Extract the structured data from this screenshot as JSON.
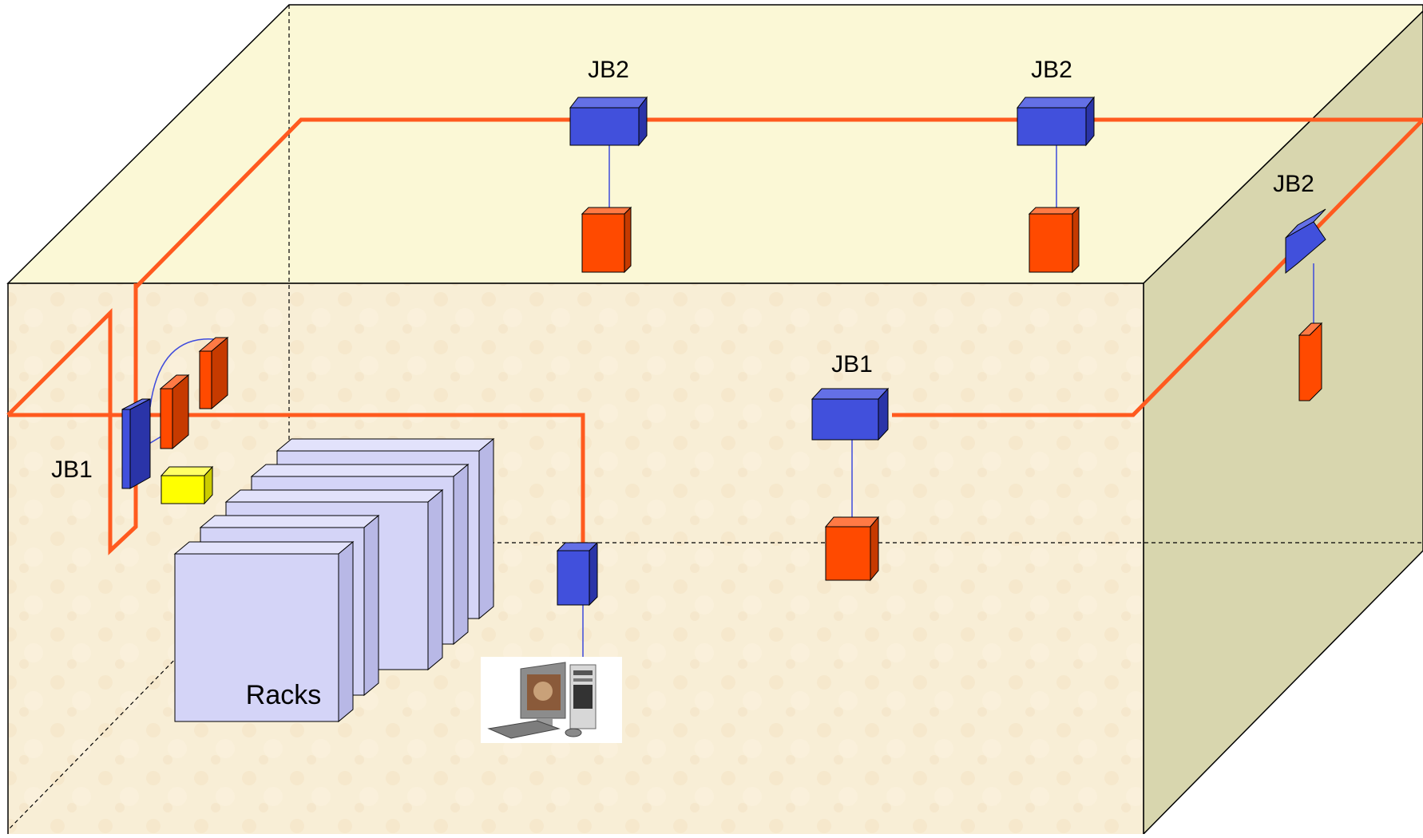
{
  "diagram": {
    "labels": {
      "jb2_ceiling_left": "JB2",
      "jb2_ceiling_right": "JB2",
      "jb2_side_wall": "JB2",
      "jb1_front_wall": "JB1",
      "jb1_left": "JB1",
      "racks": "Racks"
    },
    "colors": {
      "ceiling": "#fbf8d6",
      "front_wall": "#f8eed6",
      "side_wall": "#d8d6ae",
      "cable": "#ff5a1f",
      "junction_box": "#4150dc",
      "sensor": "#ff4a00",
      "rack": "#d4d4f7",
      "yellow_box": "#ffff00"
    },
    "icons": {
      "workstation": "computer-workstation-icon"
    }
  }
}
